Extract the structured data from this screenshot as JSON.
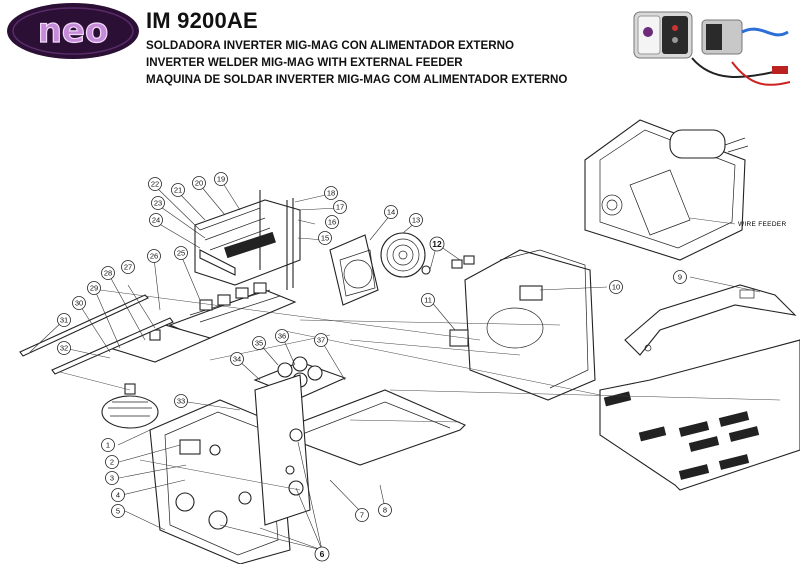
{
  "header": {
    "brand": "neo",
    "model": "IM 9200AE",
    "line_es": "SOLDADORA INVERTER MIG-MAG CON ALIMENTADOR EXTERNO",
    "line_en": "INVERTER WELDER MIG-MAG WITH EXTERNAL FEEDER",
    "line_pt": "MAQUINA DE SOLDAR INVERTER MIG-MAG COM ALIMENTADOR EXTERNO"
  },
  "colors": {
    "logo_bg": "#2b0f35",
    "logo_text": "#c58ad8",
    "ink": "#111111"
  },
  "diagram": {
    "feeder_label": "WIRE FEEDER",
    "callouts": [
      "1",
      "2",
      "3",
      "4",
      "5",
      "6",
      "7",
      "8",
      "9",
      "10",
      "11",
      "12",
      "13",
      "14",
      "15",
      "16",
      "17",
      "18",
      "19",
      "20",
      "21",
      "22",
      "23",
      "24",
      "25",
      "26",
      "27",
      "28",
      "29",
      "30",
      "31",
      "32",
      "33",
      "34",
      "35",
      "36",
      "37"
    ]
  }
}
